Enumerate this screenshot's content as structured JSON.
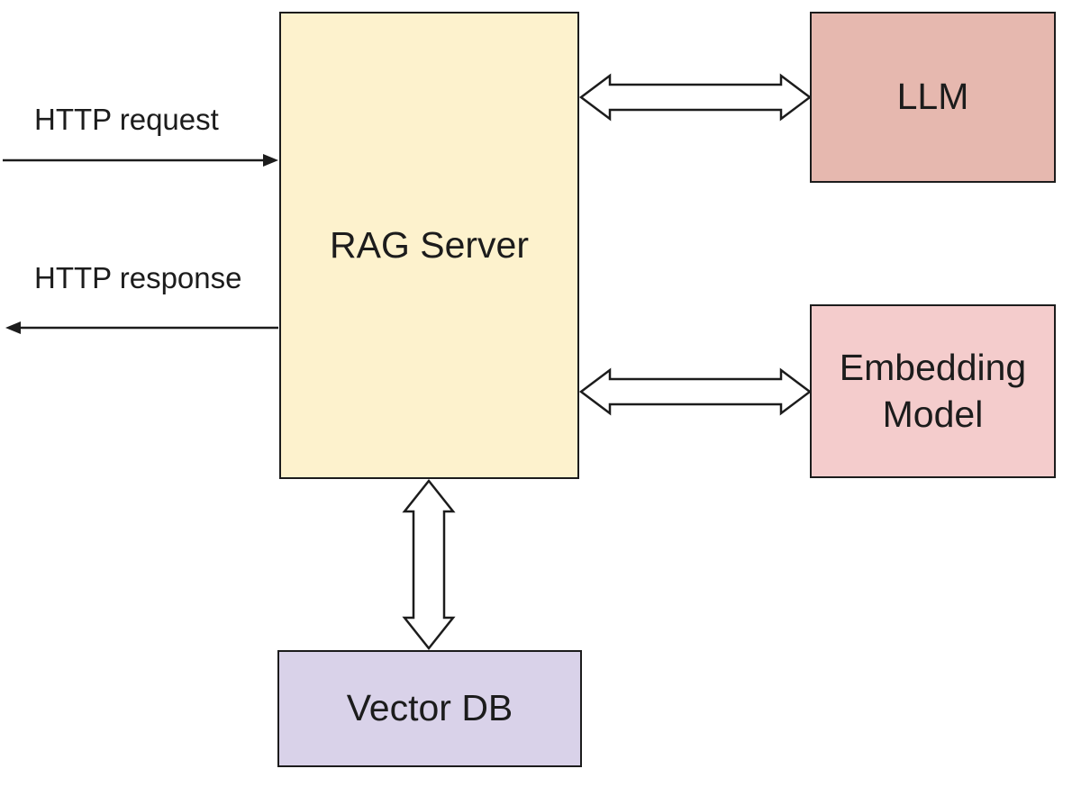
{
  "nodes": {
    "rag_server": {
      "label": "RAG Server",
      "fill": "#FDF2CD"
    },
    "llm": {
      "label": "LLM",
      "fill": "#E6B8AF"
    },
    "embedding_model": {
      "label": "Embedding Model",
      "fill": "#F4CCCC"
    },
    "vector_db": {
      "label": "Vector DB",
      "fill": "#D9D2E9"
    }
  },
  "edges": [
    {
      "id": "http-request",
      "label": "HTTP request",
      "to": "rag_server",
      "style": "single-arrow-right"
    },
    {
      "id": "http-response",
      "label": "HTTP response",
      "from": "rag_server",
      "style": "single-arrow-left"
    },
    {
      "id": "rag-llm",
      "between": [
        "rag_server",
        "llm"
      ],
      "style": "double-arrow"
    },
    {
      "id": "rag-embedding",
      "between": [
        "rag_server",
        "embedding_model"
      ],
      "style": "double-arrow"
    },
    {
      "id": "rag-vectordb",
      "between": [
        "rag_server",
        "vector_db"
      ],
      "style": "double-arrow"
    }
  ],
  "colors": {
    "background": "#ffffff",
    "border": "#1c1c1c",
    "arrow_outline": "#1c1c1c",
    "text": "#1c1c1c"
  }
}
